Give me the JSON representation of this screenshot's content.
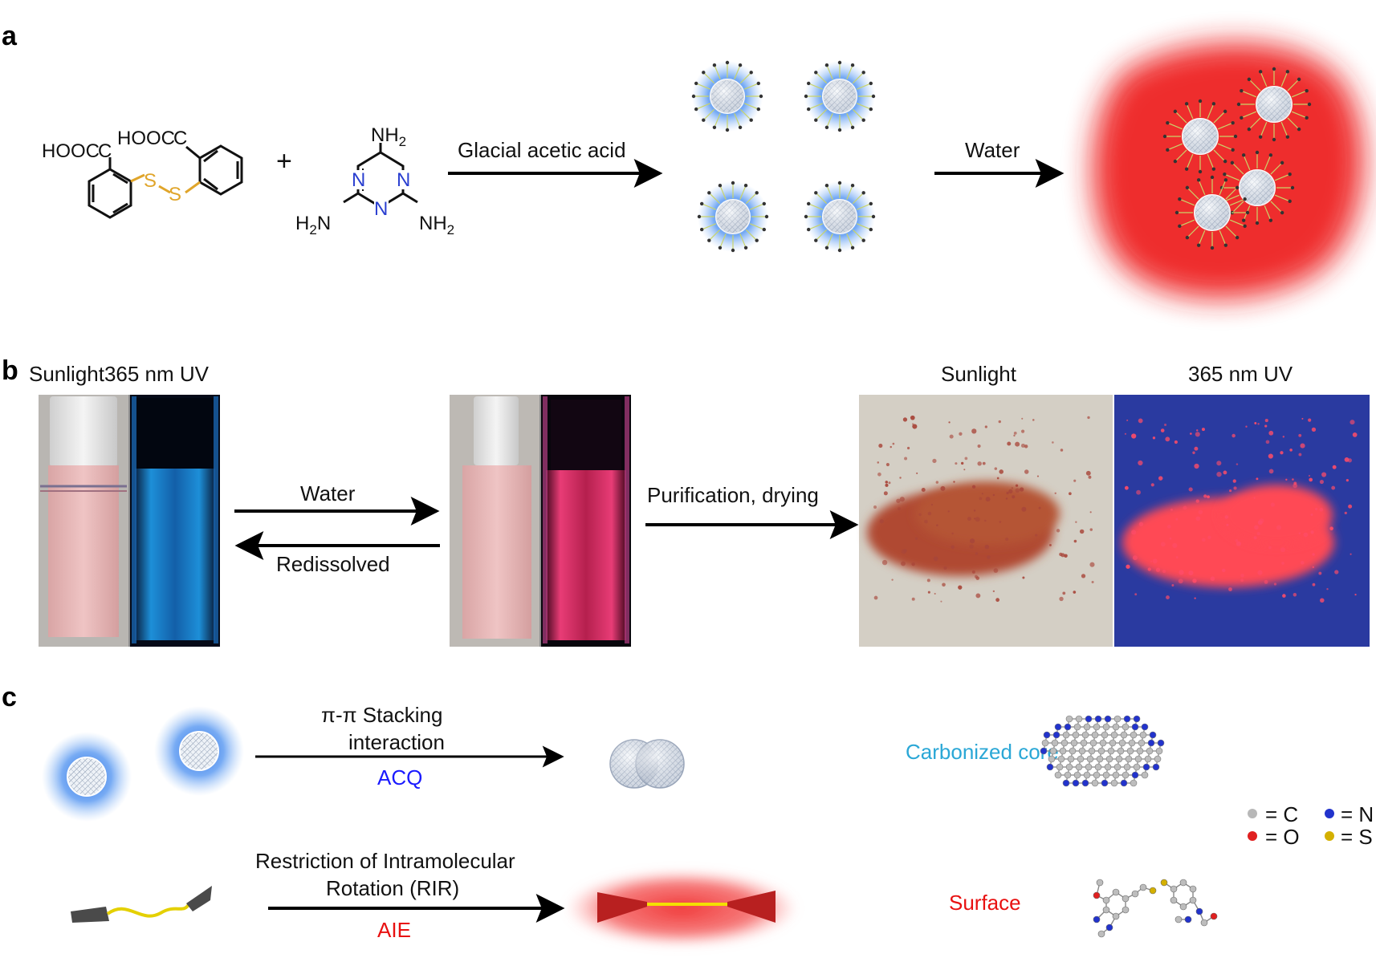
{
  "panels": {
    "a": "a",
    "b": "b",
    "c": "c"
  },
  "panel_a": {
    "reactant1": {
      "acid1": "HOOC",
      "acid2": "HOOC",
      "sulfur1": "S",
      "sulfur2": "S"
    },
    "plus": "+",
    "reactant2": {
      "amine_top": "NH",
      "amine_left": "H",
      "amine_left_n": "N",
      "amine_right": "NH",
      "sub2": "2",
      "ring_n": "N"
    },
    "step1_label": "Glacial acetic acid",
    "step2_label": "Water"
  },
  "panel_b": {
    "vial1_title": "Sunlight365 nm UV",
    "forward_label": "Water",
    "reverse_label": "Redissolved",
    "purify_label": "Purification, drying",
    "powder_sunlight_title": "Sunlight",
    "powder_uv_title": "365 nm UV"
  },
  "panel_c": {
    "acq_line1": "π-π Stacking",
    "acq_line2": "interaction",
    "acq_result": "ACQ",
    "aie_line1": "Restriction of Intramolecular",
    "aie_line2": "Rotation (RIR)",
    "aie_result": "AIE",
    "core_label": "Carbonized core",
    "surface_label": "Surface",
    "legend": [
      {
        "symbol": "= C",
        "color": "#b8b8b8"
      },
      {
        "symbol": "= N",
        "color": "#2233cc"
      },
      {
        "symbol": "= O",
        "color": "#e02020"
      },
      {
        "symbol": "= S",
        "color": "#d4b000"
      }
    ]
  },
  "colors": {
    "blue_glow": "#3f86e8",
    "red_glow": "#ee2a2a",
    "acq_blue": "#1a1aff",
    "aie_red": "#e81010",
    "core_cyan": "#2aa7d6",
    "sulfur": "#e0a52b"
  }
}
